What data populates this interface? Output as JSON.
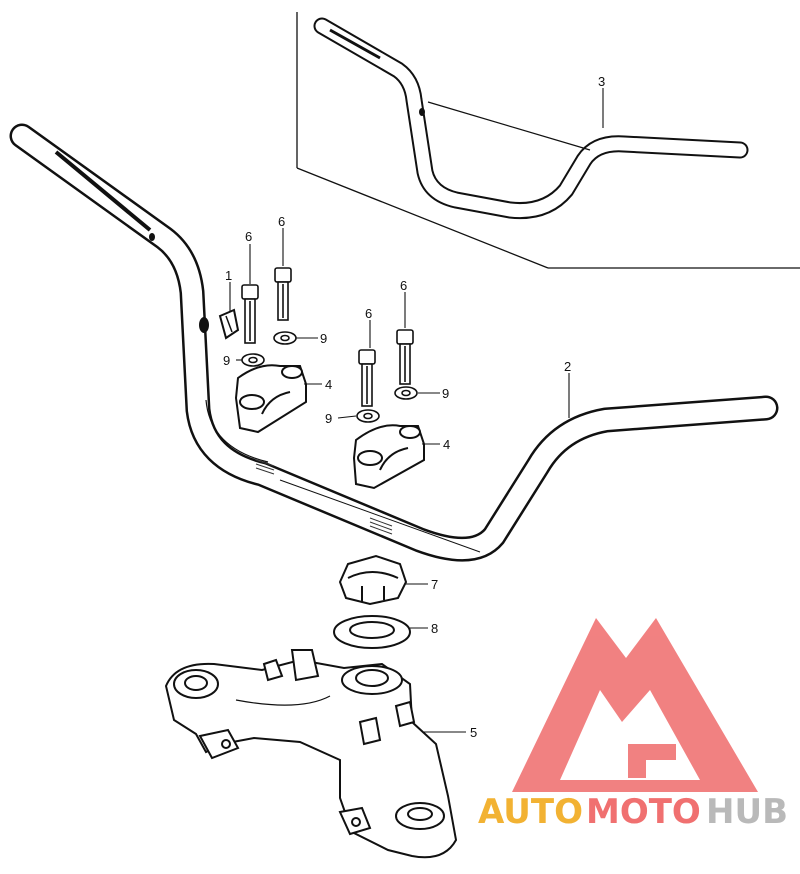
{
  "callouts": {
    "c1": "1",
    "c2": "2",
    "c3": "3",
    "c4a": "4",
    "c4b": "4",
    "c5": "5",
    "c6a": "6",
    "c6b": "6",
    "c6c": "6",
    "c6d": "6",
    "c7": "7",
    "c8": "8",
    "c9a": "9",
    "c9b": "9",
    "c9c": "9",
    "c9d": "9"
  },
  "watermark": {
    "auto": "AUTO",
    "moto": "MOTO",
    "hub": "HUB",
    "colors": {
      "auto": "#f2b233",
      "moto": "#f07070",
      "hub": "#b9b9b9",
      "logo": "#f07070"
    }
  }
}
